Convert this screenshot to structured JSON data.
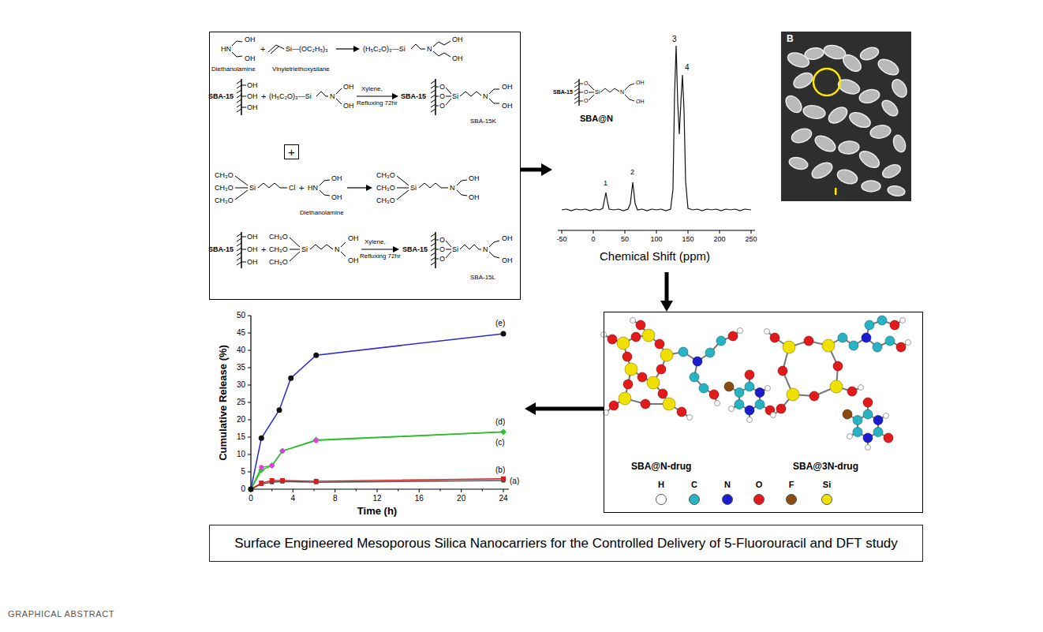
{
  "diagram": {
    "caption": "GRAPHICAL ABSTRACT",
    "nodes": [
      {
        "text": [
          "HN",
          "OH",
          "OH",
          "Diethanolamine",
          "+",
          "Si—(OC₂H₅)₃",
          "Vinyletriethoxysilane",
          "(H₅C₂O)₃—Si",
          "N",
          "OH",
          "OH",
          "SBA-15",
          "OH",
          "OH",
          "OH",
          "+",
          "(H₅C₂O)₃—Si",
          "N",
          "OH",
          "OH",
          "Xylene,",
          "Refluxing 72hr",
          "SBA-15",
          "O",
          "O",
          "O",
          "Si",
          "N",
          "OH",
          "OH",
          "SBA-15K",
          "+",
          "CH₃O",
          "CH₃O",
          "CH₃O",
          "Si",
          "Cl",
          "+",
          "HN",
          "OH",
          "OH",
          "Diethanolamine",
          "CH₃O",
          "CH₃O",
          "CH₃O",
          "Si",
          "N",
          "OH",
          "OH",
          "SBA-15",
          "OH",
          "OH",
          "OH",
          "+",
          "CH₃O",
          "CH₃O",
          "CH₃O",
          "Si",
          "N",
          "OH",
          "OH",
          "Xylene,",
          "Refluxing 72hr",
          "SBA-15",
          "O",
          "O",
          "O",
          "Si",
          "N",
          "OH",
          "OH",
          "SBA-15L"
        ]
      },
      {
        "text": [
          "SBA-15",
          "O",
          "O",
          "O",
          "Si",
          "N",
          "OH",
          "OH",
          "SBA@N",
          "1",
          "2",
          "3",
          "4",
          "Chemical Shift (ppm)"
        ]
      },
      {
        "text": [
          "B"
        ]
      },
      {
        "text": [
          "SBA@N-drug",
          "SBA@3N-drug"
        ]
      },
      {
        "text": [
          "Cumulative Release (%)",
          "Time (h)"
        ]
      },
      {
        "text": [
          "Surface Engineered Mesoporous Silica Nanocarriers for the Controlled Delivery of 5-Fluorouracil and DFT study"
        ]
      }
    ],
    "edges": [
      {
        "from": 0,
        "to": 1,
        "arrow": "to"
      },
      {
        "from": 1,
        "to": 3,
        "arrow": "to"
      },
      {
        "from": 3,
        "to": 4,
        "arrow": "to"
      }
    ],
    "labels": [
      "-50",
      "0",
      "50",
      "100",
      "150",
      "200",
      "250",
      "0",
      "5",
      "10",
      "15",
      "20",
      "25",
      "30",
      "35",
      "40",
      "45",
      "50",
      "0",
      "4",
      "8",
      "12",
      "16",
      "20",
      "24",
      "(e)",
      "(d)",
      "(c)",
      "(b)",
      "(a)"
    ],
    "legend": [
      {
        "text": "H",
        "color": "#ffffff"
      },
      {
        "text": "C",
        "color": "#27b3c3"
      },
      {
        "text": "N",
        "color": "#1c1ccf"
      },
      {
        "text": "O",
        "color": "#e31a1a"
      },
      {
        "text": "F",
        "color": "#8a4a10"
      },
      {
        "text": "Si",
        "color": "#f0e000"
      }
    ]
  }
}
